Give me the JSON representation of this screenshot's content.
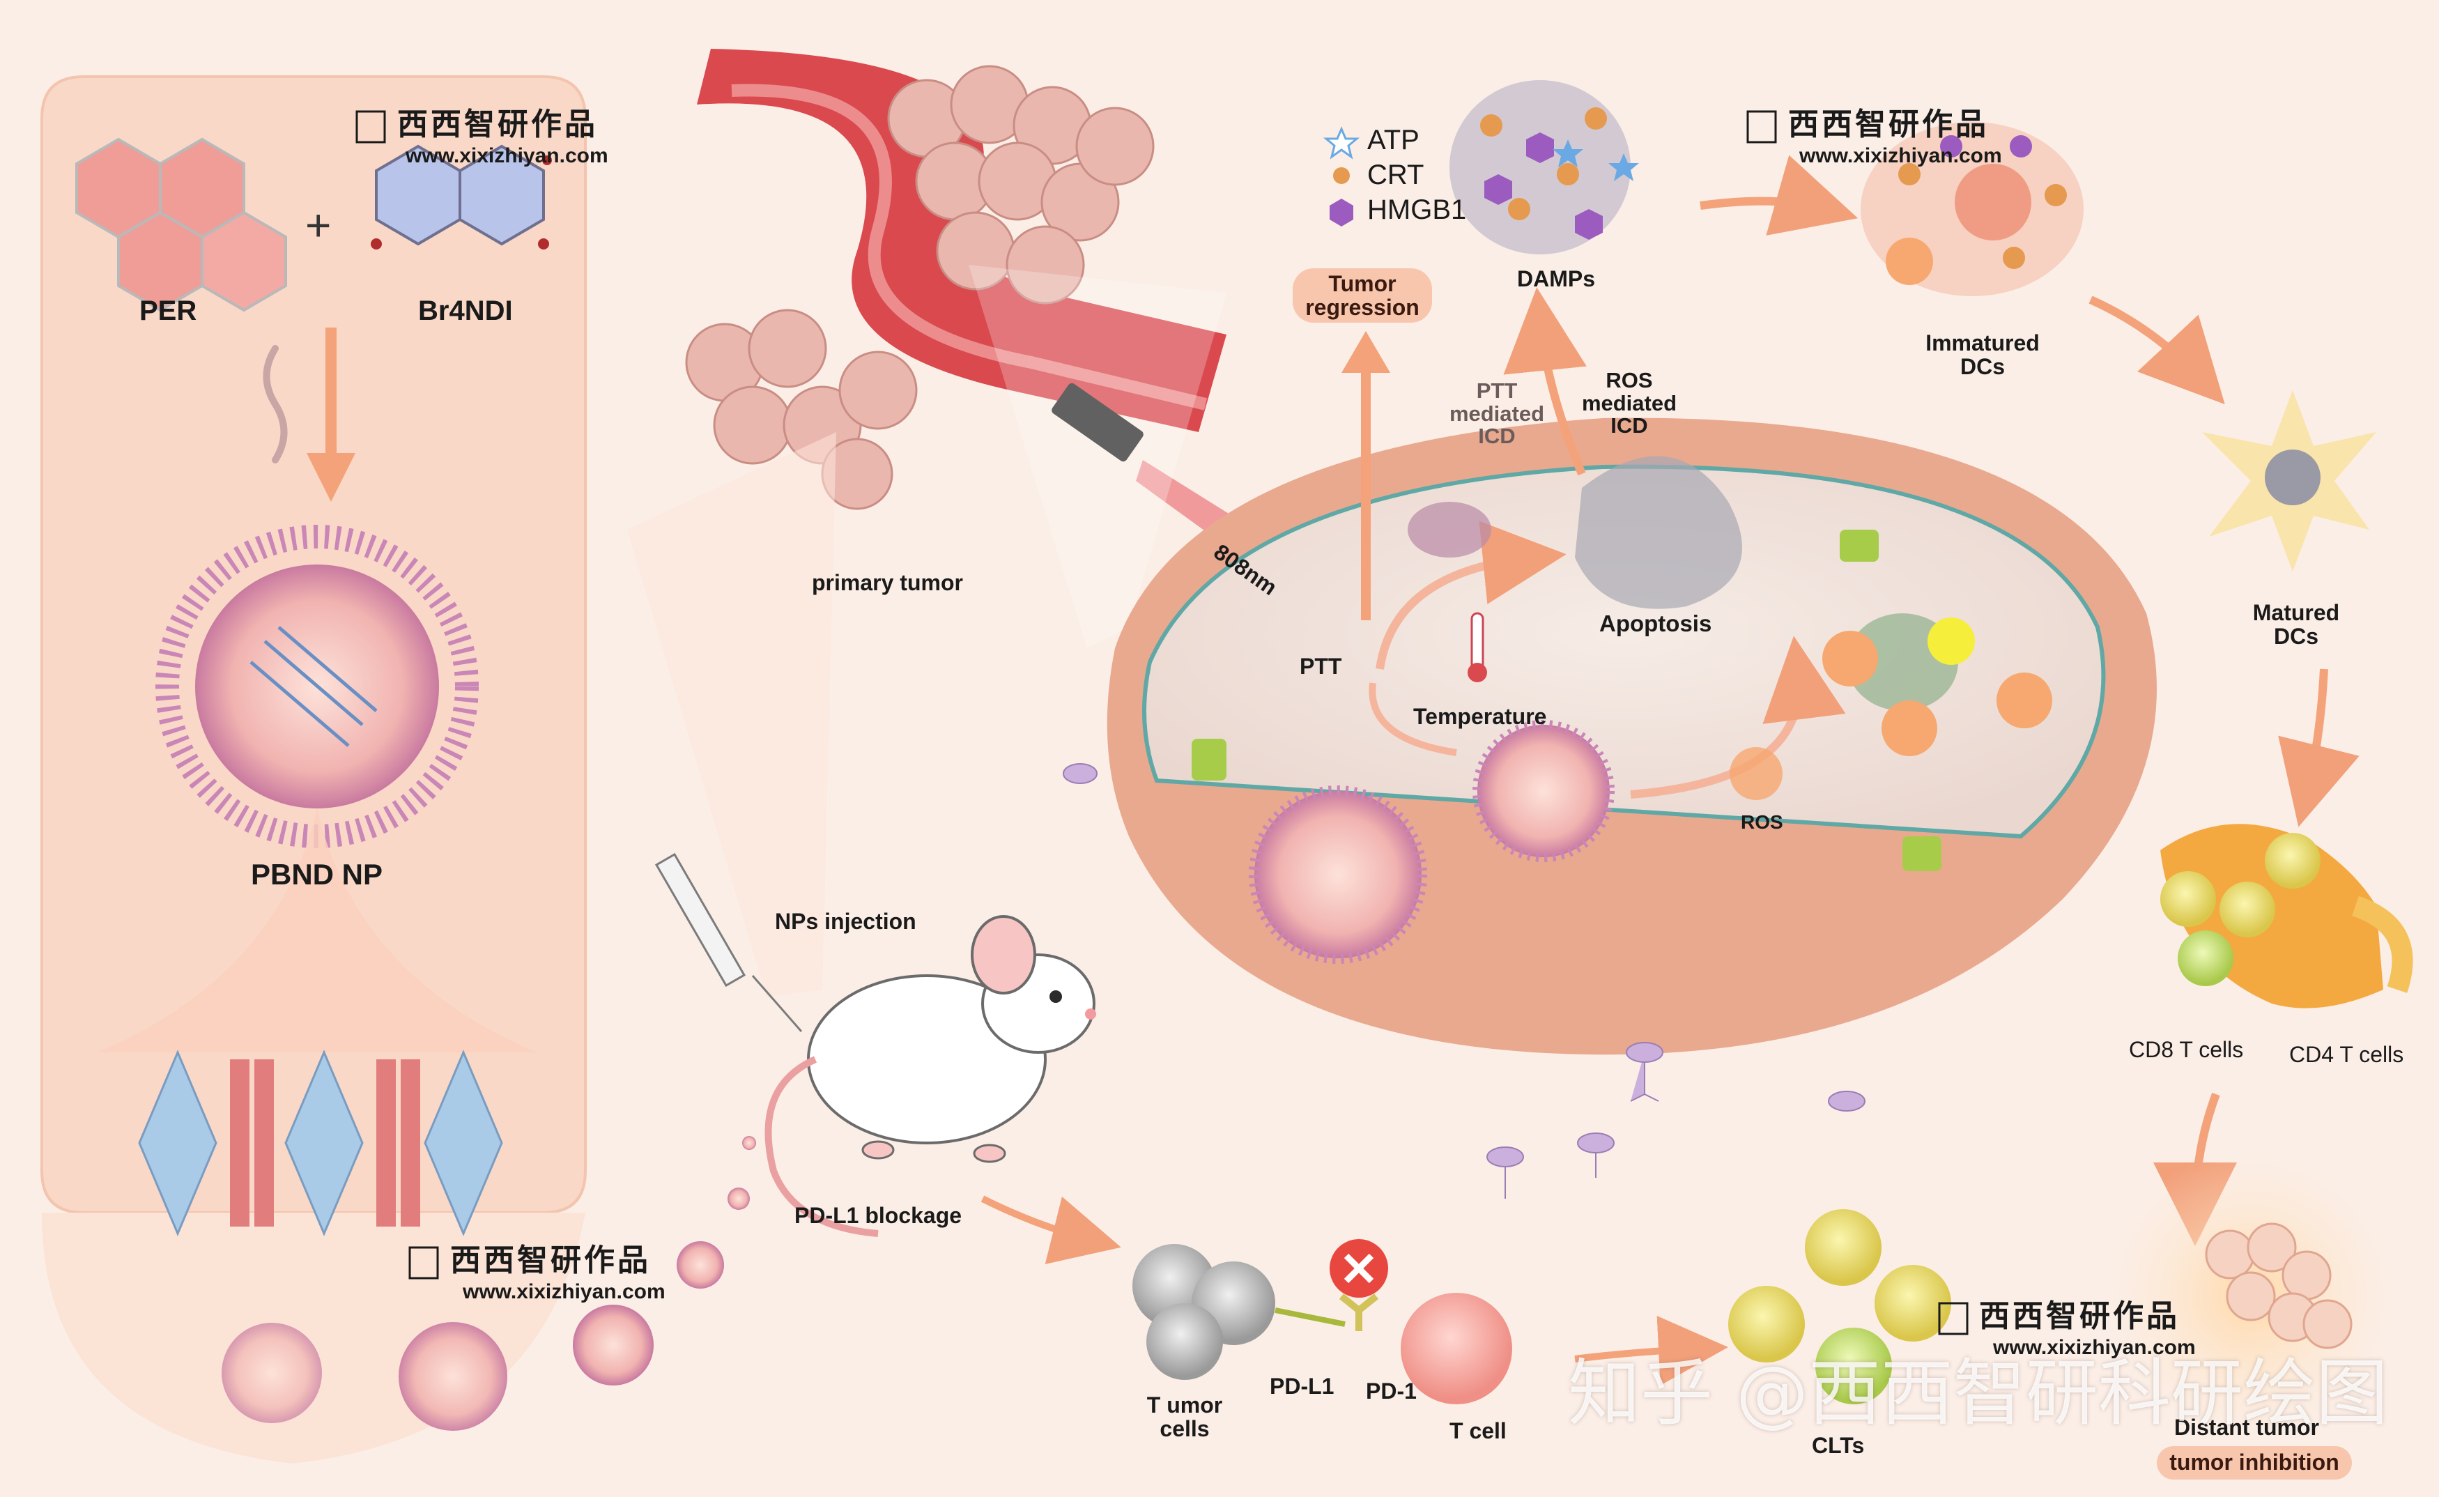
{
  "panel_left": {
    "molecule_a": "PER",
    "molecule_b": "Br4NDI",
    "plus": "+",
    "nanoparticle": "PBND NP"
  },
  "tumor": {
    "primary": "primary tumor",
    "laser": "808nm",
    "injection": "NPs injection",
    "blockage": "PD-L1 blockage"
  },
  "legend": {
    "atp": "ATP",
    "crt": "CRT",
    "hmgb1": "HMGB1"
  },
  "cell": {
    "damps": "DAMPs",
    "tumor_regression_1": "Tumor",
    "tumor_regression_2": "regression",
    "ptt_icd_1": "PTT",
    "ptt_icd_2": "mediated",
    "ptt_icd_3": "ICD",
    "ros_icd_1": "ROS",
    "ros_icd_2": "mediated",
    "ros_icd_3": "ICD",
    "ptt": "PTT",
    "temperature": "Temperature",
    "apoptosis": "Apoptosis",
    "ros": "ROS"
  },
  "dc": {
    "immature_1": "Immatured",
    "immature_2": "DCs",
    "matured_1": "Matured",
    "matured_2": "DCs",
    "cd8": "CD8 T cells",
    "cd4": "CD4 T cells"
  },
  "immune": {
    "tumor_cells_1": "T umor",
    "tumor_cells_2": "cells",
    "pdl1": "PD-L1",
    "pd1": "PD-1",
    "tcell": "T cell",
    "clts": "CLTs",
    "distant_1": "Distant tumor",
    "distant_2": "tumor inhibition"
  },
  "watermark": {
    "title": "西西智研作品",
    "url": "www.xixizhiyan.com",
    "zhihu": "知乎 @西西智研科研绘图"
  },
  "colors": {
    "accent_orange": "#f4a27a",
    "vessel_red": "#d9494e",
    "panel_bg": "#f9d8c7",
    "membrane": "#e9a98f"
  }
}
